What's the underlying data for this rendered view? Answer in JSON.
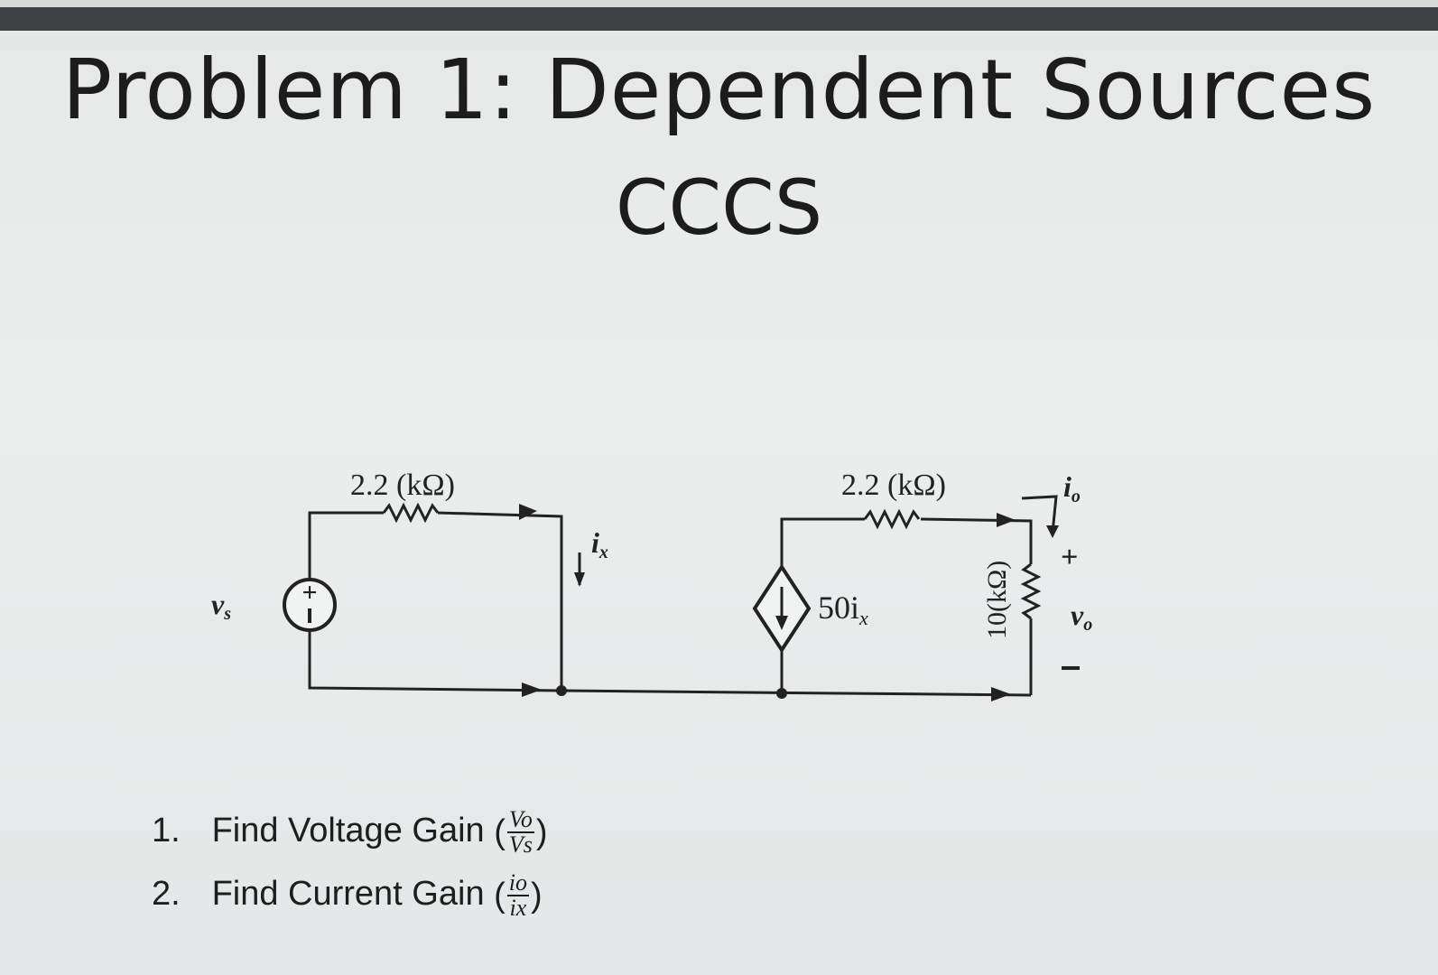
{
  "title": "Problem 1: Dependent Sources",
  "subtitle": "CCCS",
  "circuit": {
    "r1_label": "2.2 (kΩ)",
    "r2_label": "2.2 (kΩ)",
    "r3_label": "10(kΩ)",
    "source_label": "v",
    "source_sub": "s",
    "ix_label": "i",
    "ix_sub": "x",
    "dep_source_label": "50i",
    "dep_source_sub": "x",
    "io_label": "i",
    "io_sub": "o",
    "vo_label": "v",
    "vo_sub": "o",
    "plus": "+",
    "minus": "–"
  },
  "questions": [
    {
      "num": "1.",
      "text": "Find Voltage Gain",
      "frac_num": "Vo",
      "frac_den": "Vs"
    },
    {
      "num": "2.",
      "text": "Find Current Gain",
      "frac_num": "io",
      "frac_den": "ix"
    }
  ],
  "colors": {
    "background": "#e8eaea",
    "bar": "#3e4244",
    "ink": "#222222"
  }
}
